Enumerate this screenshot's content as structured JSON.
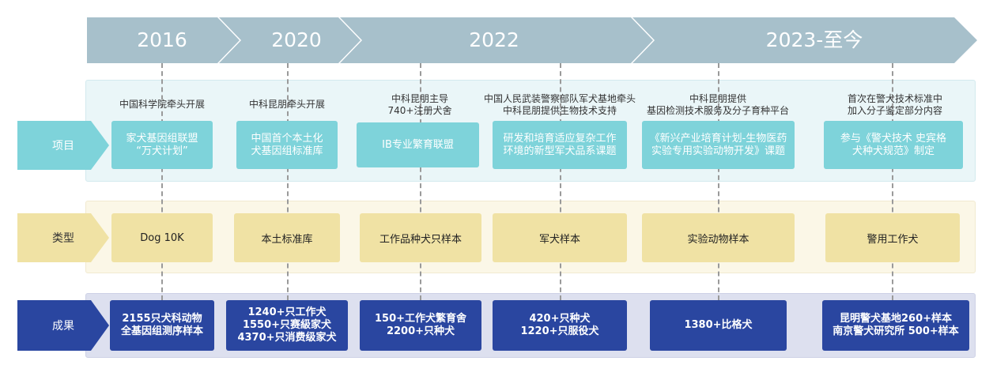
{
  "timeline": {
    "years": [
      "2016",
      "2020",
      "2022",
      "2023-至今"
    ],
    "colors": {
      "arrow": "#a7c0cb",
      "row_project": "#7ed3da",
      "row_type": "#f0e2a4",
      "row_result": "#2a46a0"
    }
  },
  "row_labels": {
    "project": "项目",
    "type": "类型",
    "result": "成果"
  },
  "columns": [
    {
      "note": "中国科学院牵头开展",
      "project": "家犬基因组联盟\n“万犬计划”",
      "type": "Dog 10K",
      "result": "2155只犬科动物\n全基因组测序样本"
    },
    {
      "note": "中科昆朋牵头开展",
      "project": "中国首个本土化\n犬基因组标准库",
      "type": "本土标准库",
      "result": "1240+只工作犬\n1550+只赛級家犬\n4370+只消费级家犬"
    },
    {
      "note": "中科昆朋主导\n740+注册犬舍",
      "project": "IB专业繁育联盟",
      "type": "工作品种犬只样本",
      "result": "150+工作犬繁育舍\n2200+只种犬"
    },
    {
      "note": "中国人民武装警察部队军犬基地牵头\n中科昆朋提供生物技术支持",
      "project": "研发和培育适应复杂工作\n环境的新型军犬品系课题",
      "type": "军犬样本",
      "result": "420+只种犬\n1220+只服役犬"
    },
    {
      "note": "中科昆朋提供\n基因检测技术服务及分子育种平台",
      "project": "《新兴产业培育计划-生物医药\n实验专用实验动物开发》课题",
      "type": "实验动物样本",
      "result": "1380+比格犬"
    },
    {
      "note": "首次在警犬技术标准中\n加入分子鉴定部分内容",
      "project": "参与《警犬技术 史宾格\n犬种犬规范》制定",
      "type": "警用工作犬",
      "result": "昆明警犬基地260+样本\n南京警犬研究所 500+样本"
    }
  ]
}
